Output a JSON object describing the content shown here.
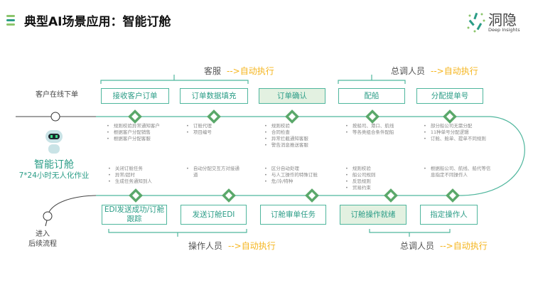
{
  "header": {
    "title": "典型AI场景应用：智能订舱",
    "logo_text": "洞隐",
    "logo_sub": "Deep Insights"
  },
  "left": {
    "start_label": "客户在线下单",
    "product_name": "智能订舱",
    "product_sub": "7*24小时无人化作业",
    "end_label_1": "进入",
    "end_label_2": "后续流程"
  },
  "top_groups": [
    {
      "role": "客服",
      "auto": "-->自动执行"
    },
    {
      "role": "总调人员",
      "auto": "-->自动执行"
    }
  ],
  "bottom_groups": [
    {
      "role": "操作人员",
      "auto": "-->自动执行"
    },
    {
      "role": "总调人员",
      "auto": "-->自动执行"
    }
  ],
  "top_steps": [
    {
      "label": "接收客户订单",
      "notes": [
        "规则校验异常通知客户",
        "根据客户分配销售",
        "根据客户分配客服"
      ]
    },
    {
      "label": "订单数据填充",
      "notes": [
        "订舱代理",
        "项目编号"
      ]
    },
    {
      "label": "订单确认",
      "notes": [
        "规则校验",
        "合同检查",
        "异常拦截通知客服",
        "警告消息推送客服"
      ]
    },
    {
      "label": "配船",
      "notes": [
        "按船司、港口、航线",
        "等各类组合条件配船"
      ]
    },
    {
      "label": "分配提单号",
      "notes": [
        "部分船公司无需分配",
        "11种单号分配逻辑",
        "订舱、舱单、提单不同规则"
      ]
    }
  ],
  "bottom_steps": [
    {
      "label": "EDI发送成功/订舱跟踪",
      "notes": [
        "关闭订舱任务",
        "异常/超时",
        "生成任务通知到人"
      ]
    },
    {
      "label": "发送订舱EDI",
      "notes": [
        "自动分配交互方对接通道"
      ]
    },
    {
      "label": "订舱审单任务",
      "notes": [
        "区分自动处理",
        "与人工操作的特殊订舱",
        "危/冷/特种"
      ]
    },
    {
      "label": "订舱操作就绪",
      "notes": [
        "规则校验",
        "船公司规则",
        "反恐规则",
        "贸易约束"
      ]
    },
    {
      "label": "指定操作人",
      "notes": [
        "根据船公司、航线、船代等信息指定不同操作人"
      ]
    }
  ],
  "colors": {
    "accent": "#2a9c86",
    "diamond": "#5aa86a",
    "auto": "#f5b51e"
  }
}
